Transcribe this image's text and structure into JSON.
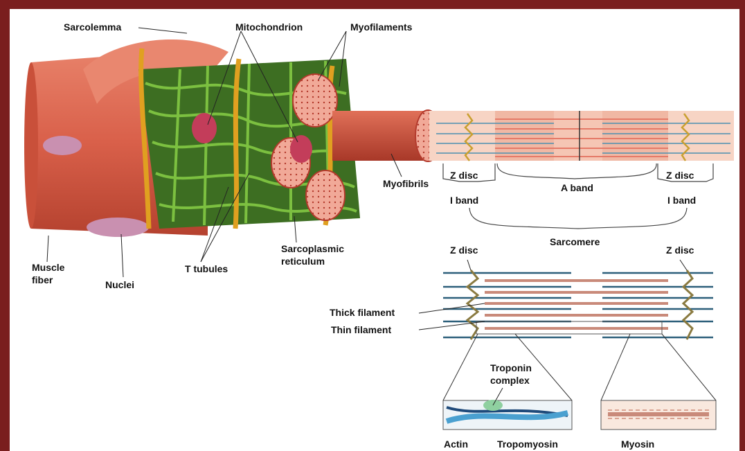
{
  "labels": {
    "sarcolemma": "Sarcolemma",
    "mitochondrion": "Mitochondrion",
    "myofilaments": "Myofilaments",
    "myofibrils": "Myofibrils",
    "muscle_fiber_1": "Muscle",
    "muscle_fiber_2": "fiber",
    "nuclei": "Nuclei",
    "t_tubules": "T tubules",
    "sarcoplasmic_1": "Sarcoplasmic",
    "sarcoplasmic_2": "reticulum",
    "z_disc": "Z disc",
    "a_band": "A band",
    "i_band": "I band",
    "sarcomere": "Sarcomere",
    "thick_filament": "Thick filament",
    "thin_filament": "Thin filament",
    "troponin_1": "Troponin",
    "troponin_2": "complex",
    "actin": "Actin",
    "tropomyosin": "Tropomyosin",
    "myosin": "Myosin"
  },
  "colors": {
    "frame": "#7a1e1e",
    "muscle": "#d9604a",
    "muscle_light": "#ee9a84",
    "sr_green": "#5a9a2a",
    "t_tubule": "#e0a020",
    "thick": "#c98a7a",
    "thin": "#2c5f7a",
    "z_line": "#8a7a40"
  }
}
